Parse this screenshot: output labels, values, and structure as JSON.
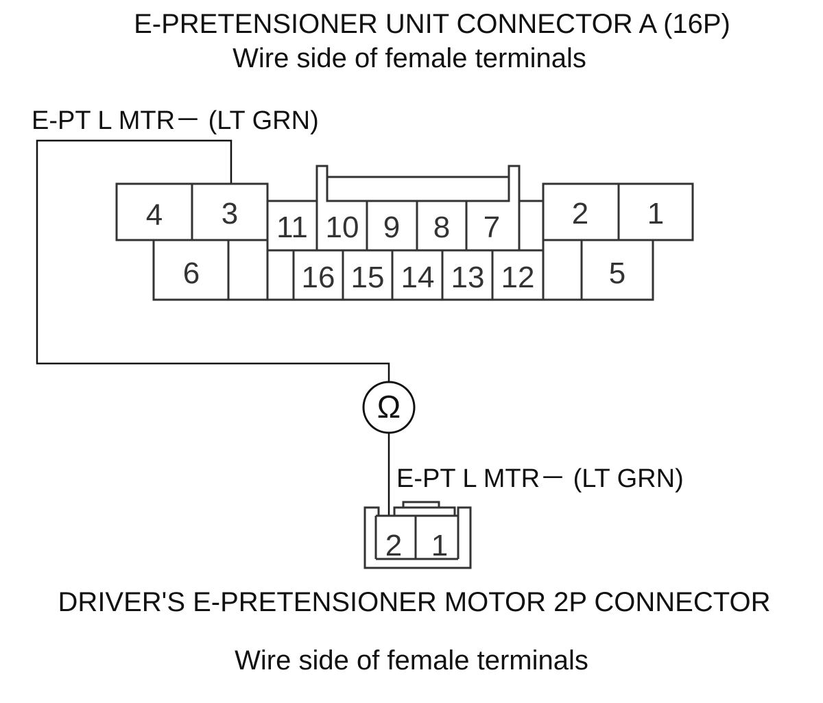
{
  "connector_a": {
    "title": "E-PRETENSIONER UNIT CONNECTOR A (16P)",
    "subtitle": "Wire side of female terminals",
    "wire_label": "E-PT L MTR－ (LT GRN)",
    "pins_top": [
      "4",
      "3",
      "11",
      "10",
      "9",
      "8",
      "7",
      "2",
      "1"
    ],
    "pins_bottom": [
      "6",
      "16",
      "15",
      "14",
      "13",
      "12",
      "5"
    ]
  },
  "meter": {
    "symbol": "Ω"
  },
  "motor_connector": {
    "wire_label": "E-PT L MTR－ (LT GRN)",
    "pins": [
      "2",
      "1"
    ],
    "title": "DRIVER'S E-PRETENSIONER MOTOR 2P CONNECTOR",
    "subtitle": "Wire side of female terminals"
  }
}
